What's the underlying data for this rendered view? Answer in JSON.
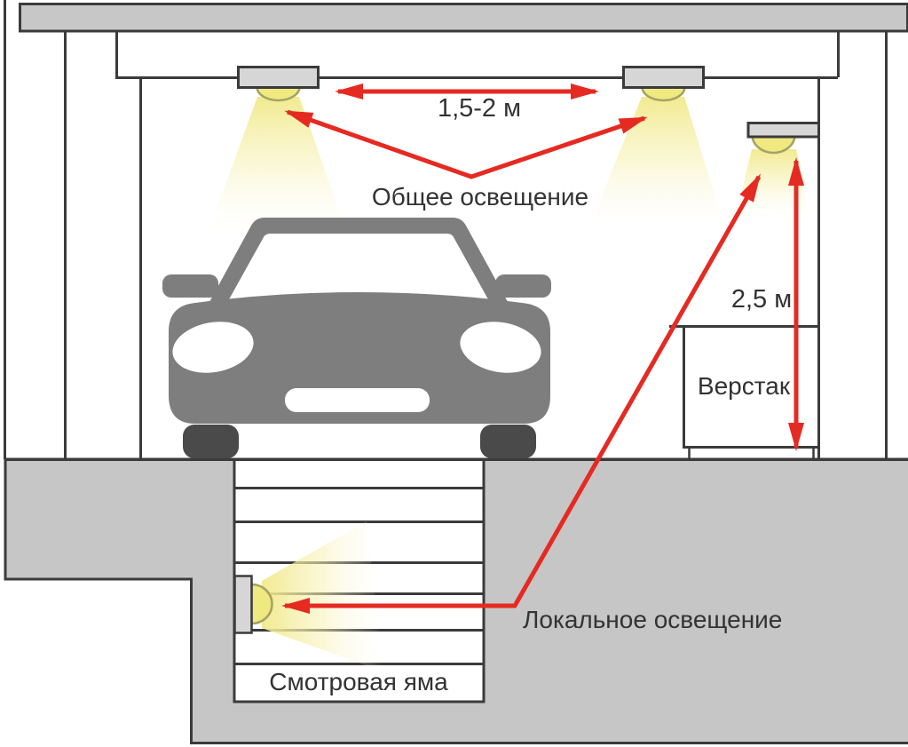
{
  "labels": {
    "spacing_distance": "1,5-2 м",
    "general_lighting": "Общее освещение",
    "mounting_height": "2,5 м",
    "workbench": "Верстак",
    "local_lighting": "Локальное освещение",
    "inspection_pit": "Смотровая яма"
  },
  "colors": {
    "arrow_red": "#e52a22",
    "bulb_yellow": "#f0e97f",
    "bulb_outline": "#a3a366",
    "cone_yellow": "#f3ec94",
    "beam_gray": "#c7c7c7",
    "ground_gray": "#c6c6c6",
    "fixture_gray": "#d6d6d6",
    "car_gray": "#7e7e7e",
    "wheel_dark_gray": "#4a4a4a",
    "outline_dark": "#3b3b3b"
  }
}
